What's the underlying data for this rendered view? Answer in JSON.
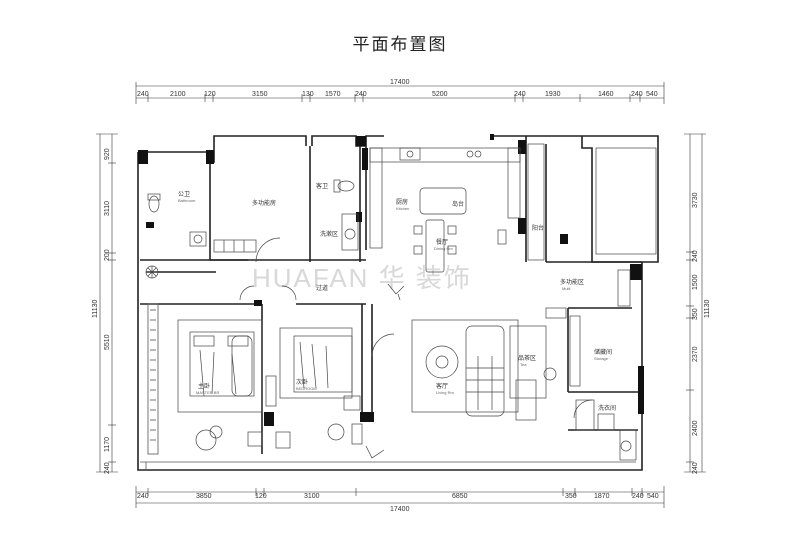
{
  "page_title": "平面布置图",
  "watermark": "HUAFAN 华 装饰",
  "dimensions": {
    "top_total": "17400",
    "top_segments": [
      "240",
      "2100",
      "120",
      "3150",
      "130",
      "1570",
      "240",
      "5200",
      "240",
      "1930",
      "1460",
      "240",
      "540"
    ],
    "bottom_total": "17400",
    "bottom_segments": [
      "240",
      "3850",
      "120",
      "3100",
      "6850",
      "350",
      "1870",
      "240",
      "540"
    ],
    "left_total": "11130",
    "left_segments": [
      "920",
      "3110",
      "200",
      "5510",
      "1170",
      "240"
    ],
    "right_total": "11130",
    "right_segments": [
      "3730",
      "240",
      "1500",
      "350",
      "2370",
      "2400",
      "240"
    ]
  },
  "rooms": {
    "bathroom_cn": "公卫",
    "bathroom_en": "Bathroom",
    "multi_room": "多功能房",
    "guest_bath": "客卫",
    "wash": "洗漱区",
    "kitchen_cn": "厨房",
    "kitchen_en": "Kitchen",
    "island": "岛台",
    "dining_cn": "餐厅",
    "dining_en": "Dining Rm",
    "corridor": "过道",
    "multi_area_cn": "多功能区",
    "multi_area_en": "Multi",
    "master_cn": "主卧",
    "master_en": "MASTER BR",
    "second_cn": "次卧",
    "second_en": "BEDROOM",
    "living_cn": "客厅",
    "living_en": "Living Rm",
    "tea_cn": "品茶区",
    "tea_en": "Tea",
    "storage_cn": "储藏间",
    "storage_en": "Storage",
    "laundry": "洗衣间",
    "balcony_label": "阳台"
  }
}
